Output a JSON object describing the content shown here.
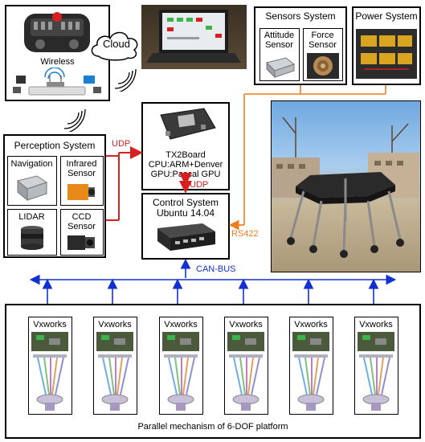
{
  "cloud": {
    "label": "Cloud"
  },
  "wireless": {
    "label": "Wireless"
  },
  "sensors_system": {
    "title": "Sensors System",
    "attitude": "Attitude Sensor",
    "attitude_l1": "Attitude",
    "attitude_l2": "Sensor",
    "force_l1": "Force",
    "force_l2": "Sensor"
  },
  "power_system": {
    "title": "Power System"
  },
  "tx2": {
    "line1": "TX2Board",
    "line2": "CPU:ARM+Denver",
    "line3": "GPU:Pascal GPU"
  },
  "control": {
    "line1": "Control System",
    "line2": "Ubuntu 14.04"
  },
  "perception": {
    "title": "Perception System",
    "navigation": "Navigation",
    "infrared_l1": "Infrared",
    "infrared_l2": "Sensor",
    "lidar": "LIDAR",
    "ccd_l1": "CCD",
    "ccd_l2": "Sensor"
  },
  "links": {
    "udp_1": "UDP",
    "udp_2": "UDP",
    "rs422": "RS422",
    "canbus": "CAN-BUS"
  },
  "platform": {
    "modules": [
      "Vxworks",
      "Vxworks",
      "Vxworks",
      "Vxworks",
      "Vxworks",
      "Vxworks"
    ],
    "caption": "Parallel mechanism of 6-DOF platform"
  },
  "colors": {
    "udp": "#d62020",
    "rs422": "#ef7c1f",
    "canbus": "#1230d0"
  }
}
